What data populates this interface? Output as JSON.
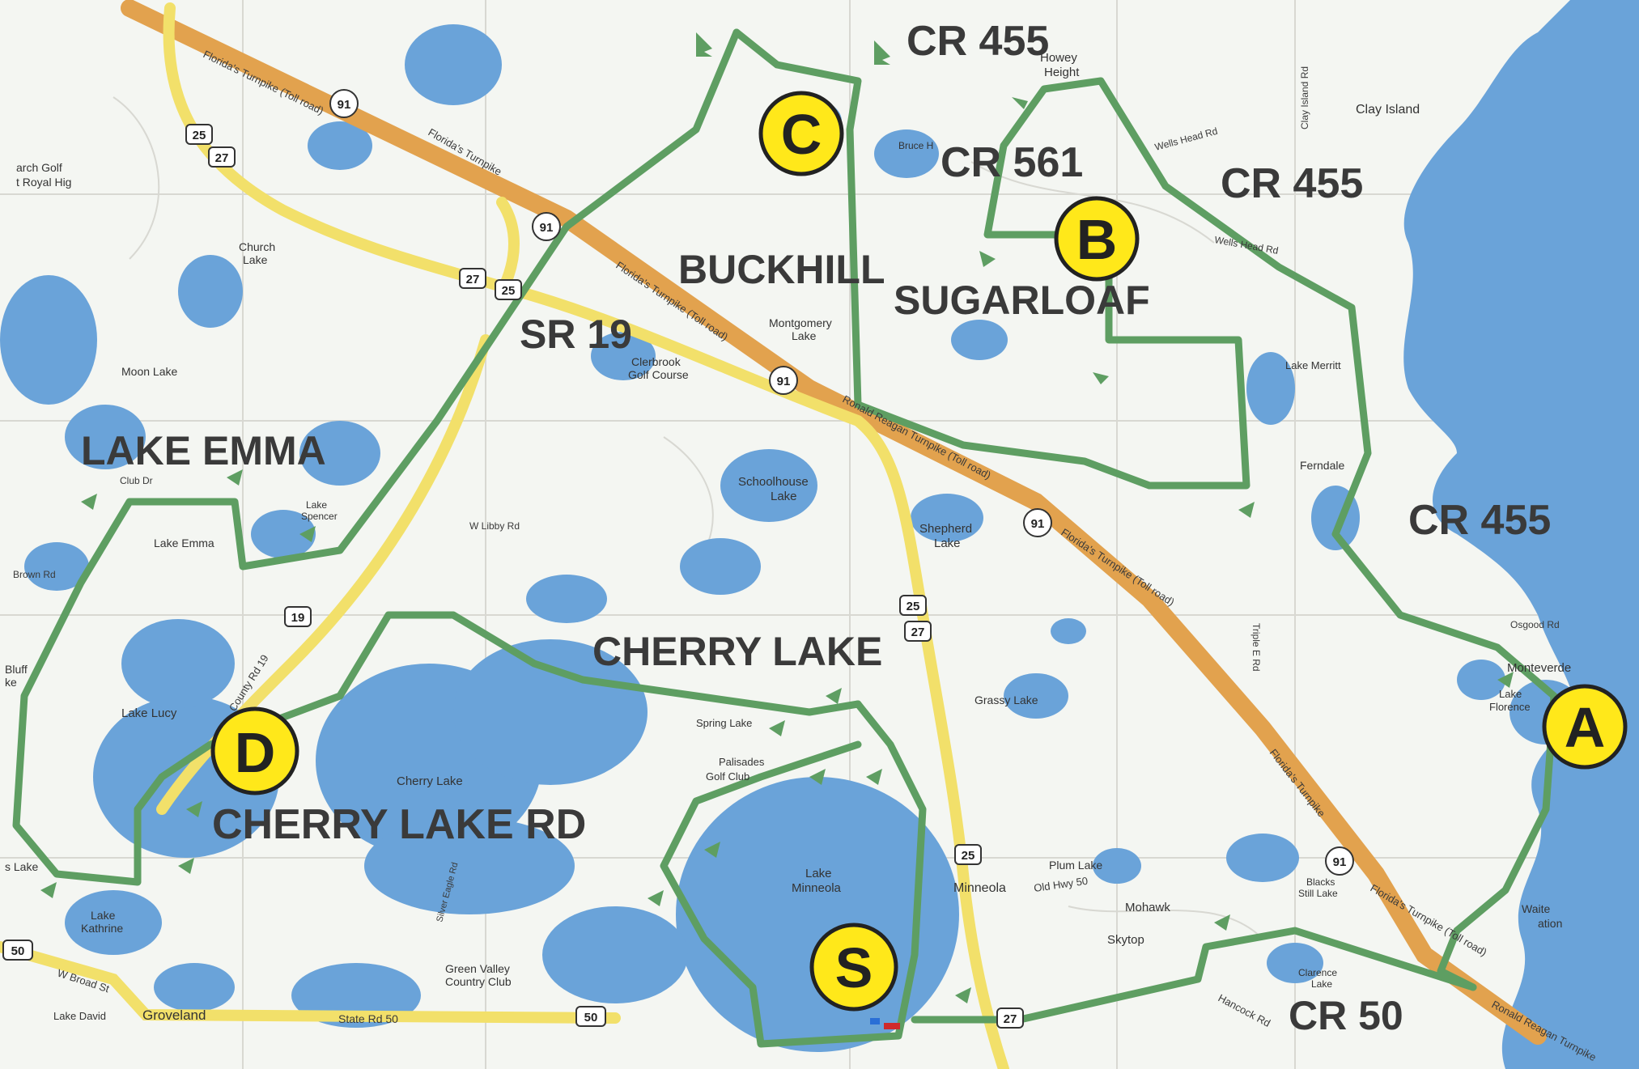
{
  "colors": {
    "land": "#f4f6f2",
    "water": "#6aa3d9",
    "route": "#5e9e62",
    "turnpike": "#e2a24e",
    "highway": "#f2e06a",
    "checkpoint_fill": "#ffe81a",
    "checkpoint_stroke": "#222222",
    "label": "#3a3a3a"
  },
  "icons": {
    "checkpoint": "yellow-circle-badge",
    "turn_arrow": "curved-arrow-icon",
    "shield": "route-shield-icon"
  },
  "checkpoints": {
    "a": "A",
    "b": "B",
    "c": "C",
    "d": "D",
    "s": "S"
  },
  "big_labels": {
    "cr455_top": "CR 455",
    "cr561": "CR 561",
    "cr455_mid": "CR 455",
    "buckhill": "BUCKHILL",
    "sugarloaf": "SUGARLOAF",
    "sr19": "SR 19",
    "lake_emma": "LAKE EMMA",
    "cr455_right": "CR 455",
    "cherry_lake": "CHERRY LAKE",
    "cherry_lake_rd": "CHERRY LAKE RD",
    "cr50": "CR 50"
  },
  "places": {
    "howey": "Howey",
    "height": "Height",
    "clay_island": "Clay Island",
    "clay_island_rd": "Clay Island Rd",
    "wells_head_rd_1": "Wells Head Rd",
    "wells_head_rd_2": "Wells Head Rd",
    "bruce": "Bruce H",
    "arch_golf": "arch Golf",
    "royal_hig": "t Royal Hig",
    "church_lake_1": "Church",
    "church_lake_2": "Lake",
    "moon_lake": "Moon Lake",
    "montgomery_1": "Montgomery",
    "montgomery_2": "Lake",
    "clerbrook_1": "Clerbrook",
    "clerbrook_2": "Golf Course",
    "lake_merritt": "Lake Merritt",
    "ferndale": "Ferndale",
    "club_dr": "Club Dr",
    "lake_spencer_1": "Lake",
    "lake_spencer_2": "Spencer",
    "schoolhouse_1": "Schoolhouse",
    "schoolhouse_2": "Lake",
    "lake_emma_small": "Lake Emma",
    "w_libby_rd": "W Libby Rd",
    "shepherd_1": "Shepherd",
    "shepherd_2": "Lake",
    "brown_rd": "Brown Rd",
    "triple_e_rd": "Triple E Rd",
    "osgood_rd": "Osgood Rd",
    "bluff_1": "Bluff",
    "bluff_2": "ke",
    "monteverde": "Monteverde",
    "lake_florence_1": "Lake",
    "lake_florence_2": "Florence",
    "grassy_lake": "Grassy Lake",
    "lake_lucy": "Lake Lucy",
    "spring_lake": "Spring Lake",
    "palisades_1": "Palisades",
    "palisades_2": "Golf Club",
    "cherry_lake_small": "Cherry Lake",
    "lake_minneola_1": "Lake",
    "lake_minneola_2": "Minneola",
    "minneola": "Minneola",
    "old_hwy_50": "Old Hwy 50",
    "plum_lake": "Plum Lake",
    "mohawk": "Mohawk",
    "blacks_1": "Blacks",
    "blacks_2": "Still Lake",
    "skytop": "Skytop",
    "waite": "Waite",
    "ation": "ation",
    "silver_eagle": "Silver Eagle Rd",
    "lake_kathrine_1": "Lake",
    "lake_kathrine_2": "Kathrine",
    "s_lake": "s Lake",
    "w_broad_st": "W Broad St",
    "green_valley_1": "Green Valley",
    "green_valley_2": "Country Club",
    "lake_david": "Lake David",
    "groveland": "Groveland",
    "state_rd_50": "State Rd 50",
    "hancock_rd": "Hancock Rd",
    "clarence_1": "Clarence",
    "clarence_2": "Lake",
    "county_rd_19": "County Rd 19",
    "turnpike_1": "Florida's Turnpike (Toll road)",
    "turnpike_2": "Florida's Turnpike",
    "turnpike_3": "Florida's Turnpike (Toll road)",
    "turnpike_4": "Ronald Reagan Turnpike (Toll road)",
    "turnpike_5": "Florida's Turnpike (Toll road)",
    "turnpike_6": "Florida's Turnpike",
    "turnpike_7": "Florida's Turnpike (Toll road)",
    "turnpike_8": "Ronald Reagan Turnpike"
  },
  "shields": {
    "s91_a": "91",
    "s91_b": "91",
    "s91_c": "91",
    "s91_d": "91",
    "s91_e": "91",
    "s25_a": "25",
    "s27_a": "27",
    "s27_b": "27",
    "s25_b": "25",
    "s25_c": "25",
    "s27_c": "27",
    "s25_d": "25",
    "s19": "19",
    "s50_a": "50",
    "s50_b": "50",
    "s27_d": "27"
  }
}
